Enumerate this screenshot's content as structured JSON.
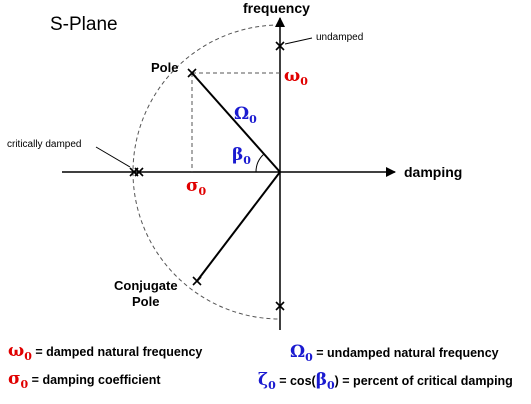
{
  "diagram": {
    "title": "S-Plane",
    "y_axis_label": "frequency",
    "x_axis_label": "damping",
    "annotations": {
      "undamped": "undamped",
      "critically_damped": "critically damped",
      "pole": "Pole",
      "conjugate_pole_line1": "Conjugate",
      "conjugate_pole_line2": "Pole"
    },
    "symbols": {
      "omega0": "ω",
      "Omega0": "Ω",
      "sigma0": "σ",
      "beta0": "β",
      "zeta0": "ζ",
      "subscript": "0"
    },
    "colors": {
      "red": "#e00000",
      "blue": "#1a1ad0",
      "line": "#000000",
      "dashed": "#666666"
    }
  },
  "legend": {
    "omega_desc": " = damped natural frequency",
    "sigma_desc": " = damping coefficient",
    "Omega_desc": " = undamped natural frequency",
    "zeta_mid": " = cos(",
    "zeta_close": ")",
    "zeta_desc": " = percent of critical damping"
  }
}
